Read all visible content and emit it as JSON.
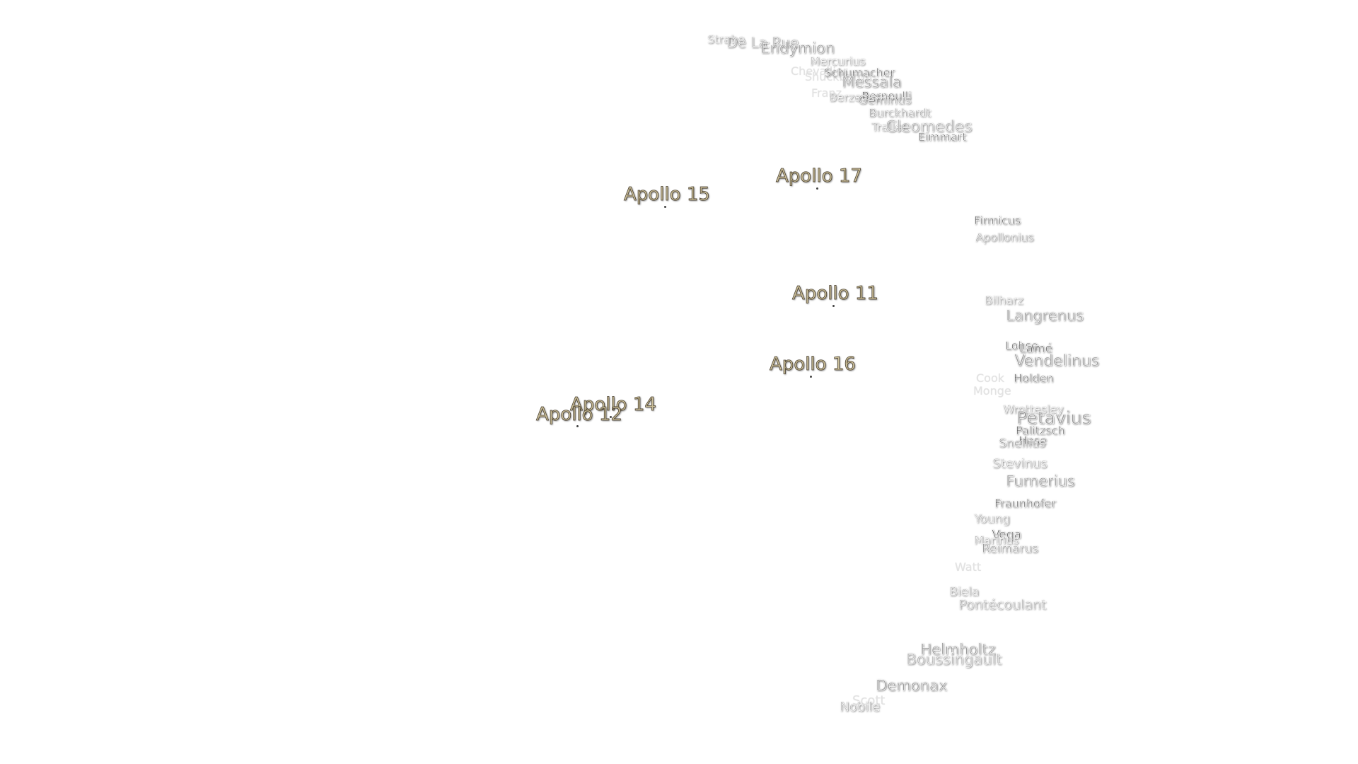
{
  "craters": [
    {
      "name": "Strabo"
    },
    {
      "name": "De La Rue"
    },
    {
      "name": "Endymion"
    },
    {
      "name": "Mercurius"
    },
    {
      "name": "Chevallier"
    },
    {
      "name": "Shuckburgh"
    },
    {
      "name": "Schumacher"
    },
    {
      "name": "Messala"
    },
    {
      "name": "Franz"
    },
    {
      "name": "Berzelius"
    },
    {
      "name": "Bernoulli"
    },
    {
      "name": "Geminus"
    },
    {
      "name": "Burckhardt"
    },
    {
      "name": "Tralles"
    },
    {
      "name": "Cleomedes"
    },
    {
      "name": "Eimmart"
    },
    {
      "name": "Firmicus"
    },
    {
      "name": "Apollonius"
    },
    {
      "name": "Bilharz"
    },
    {
      "name": "Langrenus"
    },
    {
      "name": "Lohse"
    },
    {
      "name": "Lamé"
    },
    {
      "name": "Vendelinus"
    },
    {
      "name": "Holden"
    },
    {
      "name": "Cook"
    },
    {
      "name": "Monge"
    },
    {
      "name": "Wrottesley"
    },
    {
      "name": "Petavius"
    },
    {
      "name": "Palitzsch"
    },
    {
      "name": "Hase"
    },
    {
      "name": "Snellius"
    },
    {
      "name": "Stevinus"
    },
    {
      "name": "Furnerius"
    },
    {
      "name": "Fraunhofer"
    },
    {
      "name": "Young"
    },
    {
      "name": "Vega"
    },
    {
      "name": "Marinus"
    },
    {
      "name": "Reimarus"
    },
    {
      "name": "Watt"
    },
    {
      "name": "Biela"
    },
    {
      "name": "Pontécoulant"
    },
    {
      "name": "Helmholtz"
    },
    {
      "name": "Boussingault"
    },
    {
      "name": "Demonax"
    },
    {
      "name": "Scott"
    },
    {
      "name": "Nobile"
    }
  ],
  "landing_sites": [
    {
      "name": "Apollo 17"
    },
    {
      "name": "Apollo 15"
    },
    {
      "name": "Apollo 11"
    },
    {
      "name": "Apollo 16"
    },
    {
      "name": "Apollo 14"
    },
    {
      "name": "Apollo 12"
    }
  ]
}
